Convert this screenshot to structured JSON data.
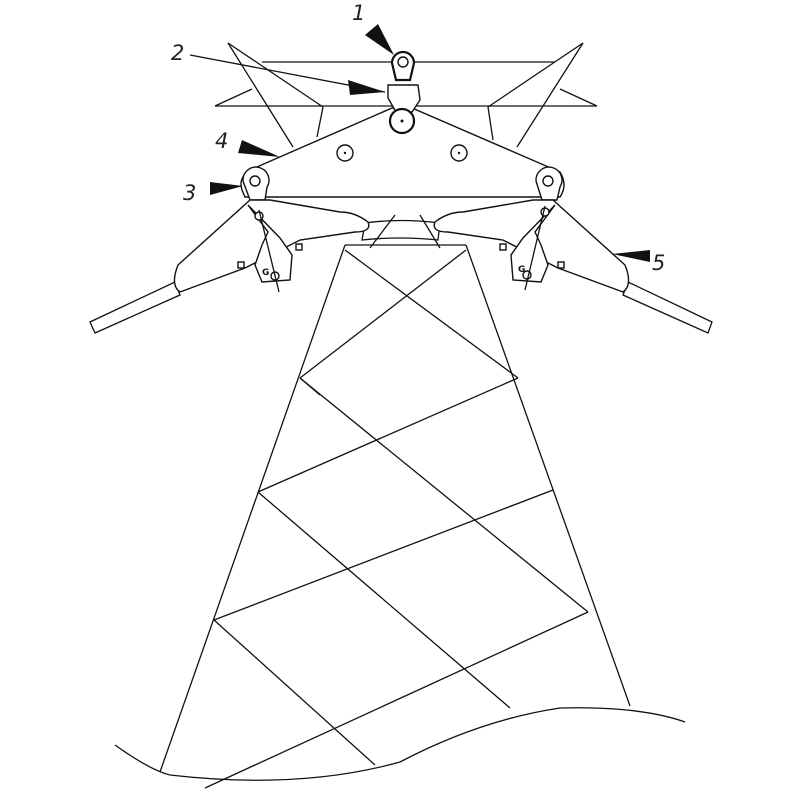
{
  "diagram": {
    "callouts": [
      {
        "id": "1",
        "label": "1"
      },
      {
        "id": "2",
        "label": "2"
      },
      {
        "id": "3",
        "label": "3"
      },
      {
        "id": "4",
        "label": "4"
      },
      {
        "id": "5",
        "label": "5"
      }
    ],
    "clamp_marks": [
      "G",
      "G"
    ],
    "colors": {
      "line": "#111111",
      "background": "#ffffff"
    }
  }
}
